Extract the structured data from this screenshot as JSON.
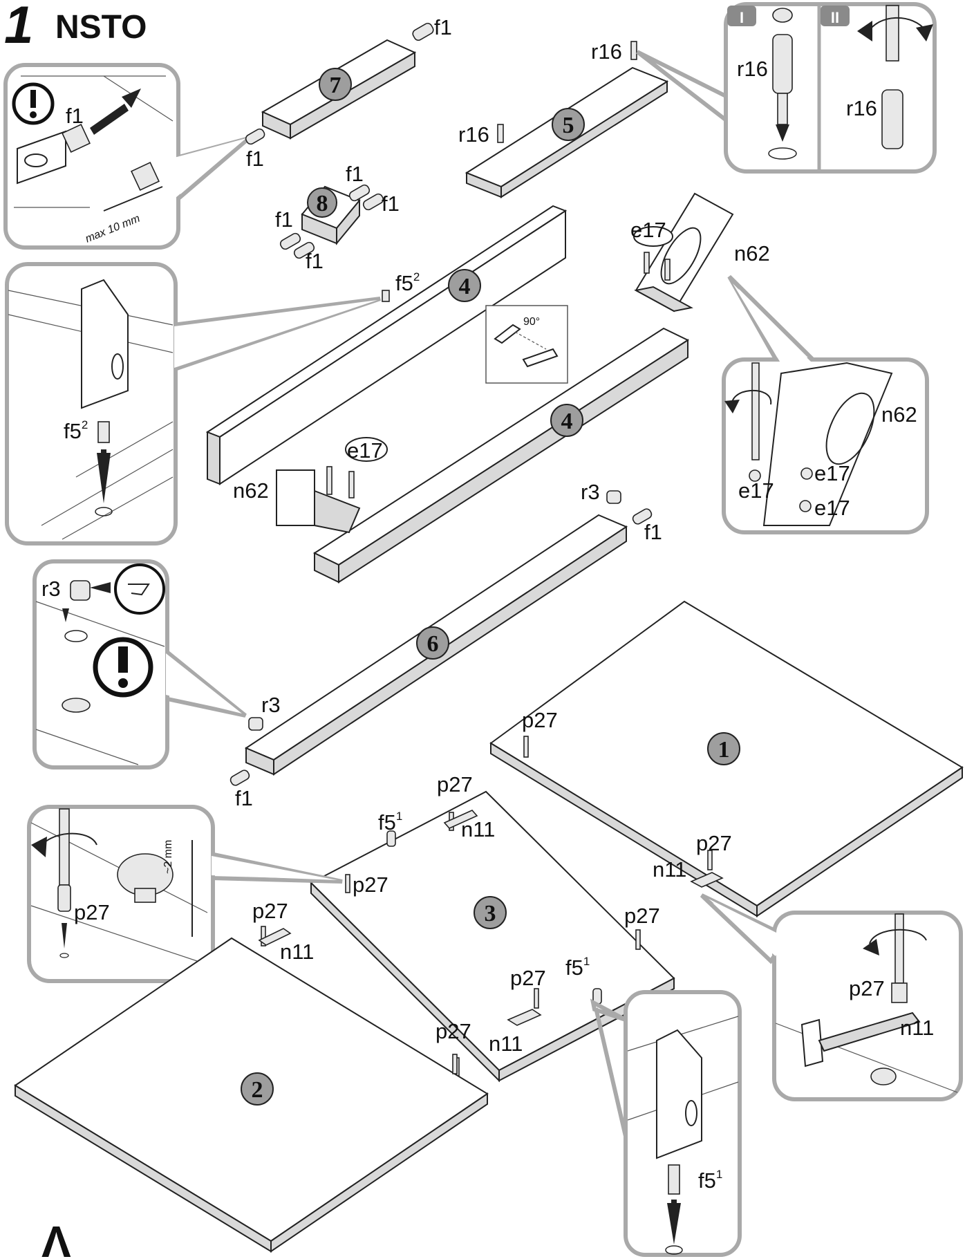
{
  "header": {
    "step_number": "1",
    "title": "NSTO"
  },
  "panel_numbers": [
    "7",
    "5",
    "8",
    "4",
    "4",
    "6",
    "1",
    "3",
    "2"
  ],
  "hardware_labels": {
    "f1": "f1",
    "f5": "f5",
    "f5_sup_2": "2",
    "f5_sup_1": "1",
    "r16": "r16",
    "e17": "e17",
    "n62": "n62",
    "r3": "r3",
    "p27": "p27",
    "n11": "n11"
  },
  "detail_notes": {
    "max_depth": "max 10 mm",
    "screw_gap": "~2 mm",
    "step_I": "I",
    "step_II": "II",
    "angle": "90°"
  },
  "footer": {
    "warning_symbol": "Λ"
  },
  "colors": {
    "callout_border": "#a9a9a9",
    "panel_badge": "#9e9e9e",
    "ink": "#111111"
  }
}
